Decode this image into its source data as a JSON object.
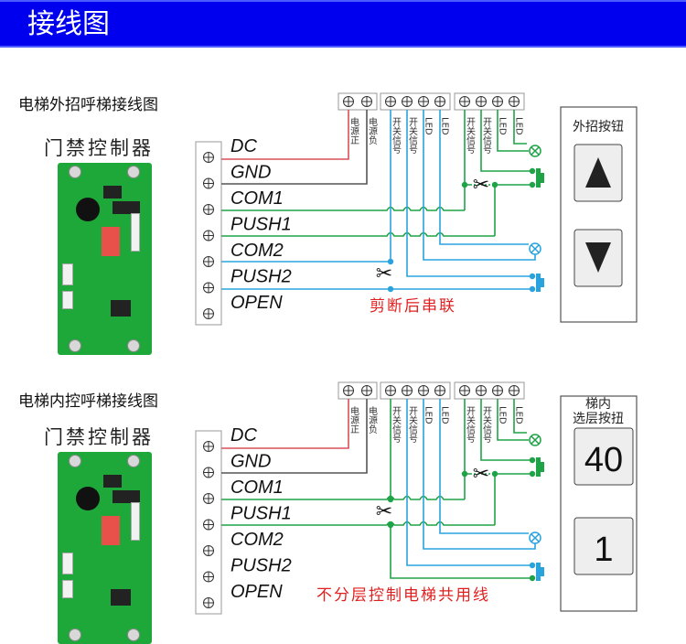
{
  "banner": {
    "title": "接线图",
    "color": "#0000ee"
  },
  "sections": [
    {
      "title": "电梯外招呼梯接线图",
      "controller_title": "门禁控制器",
      "controller_terminals": [
        "DC",
        "GND",
        "COM1",
        "PUSH1",
        "COM2",
        "PUSH2",
        "OPEN"
      ],
      "power_terminal_labels": [
        "电源正",
        "电源负"
      ],
      "button_group_1_labels": [
        "开关信号",
        "开关信号",
        "LED",
        "LED"
      ],
      "button_group_2_labels": [
        "开关信号",
        "开关信号",
        "LED",
        "LED"
      ],
      "note": "剪断后串联",
      "panel": {
        "title": "外招按钮",
        "buttons": [
          "up-arrow",
          "down-arrow"
        ]
      }
    },
    {
      "title": "电梯内控呼梯接线图",
      "controller_title": "门禁控制器",
      "controller_terminals": [
        "DC",
        "GND",
        "COM1",
        "PUSH1",
        "COM2",
        "PUSH2",
        "OPEN"
      ],
      "power_terminal_labels": [
        "电源正",
        "电源负"
      ],
      "button_group_1_labels": [
        "开关信号",
        "开关信号",
        "LED",
        "LED"
      ],
      "button_group_2_labels": [
        "开关信号",
        "开关信号",
        "LED",
        "LED"
      ],
      "note": "不分层控制电梯共用线",
      "panel": {
        "title_line1": "梯内",
        "title_line2": "选层按扭",
        "buttons": [
          "40",
          "1"
        ]
      }
    }
  ],
  "colors": {
    "dc": "#d9505a",
    "gnd": "#555555",
    "green": "#1fa347",
    "blue": "#29a3dd",
    "note": "#e02020"
  }
}
